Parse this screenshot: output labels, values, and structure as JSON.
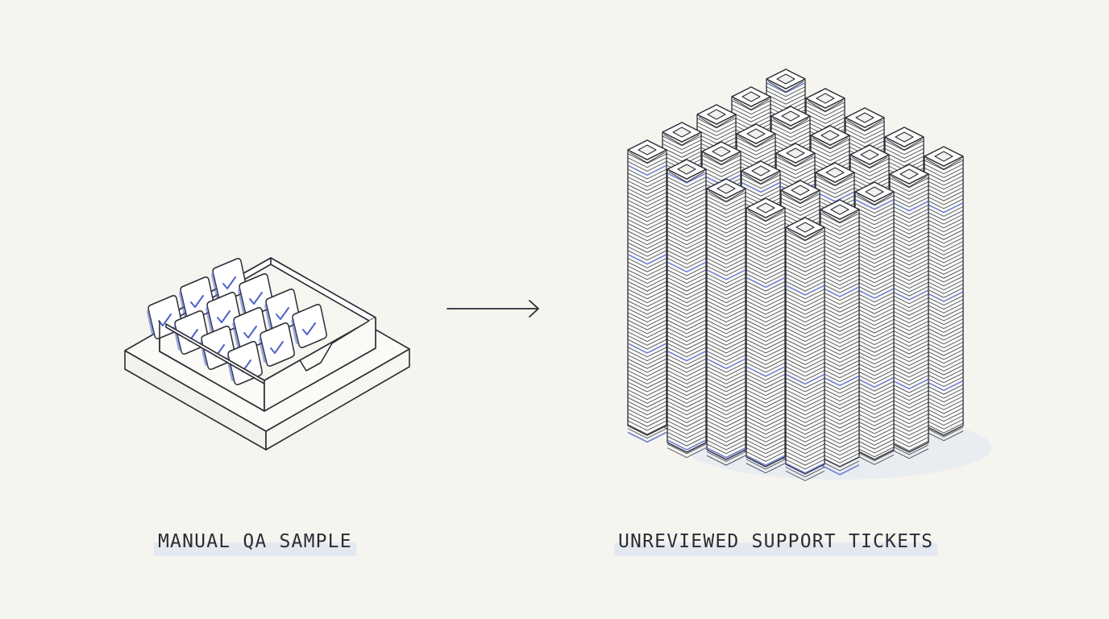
{
  "labels": {
    "left": "MANUAL QA SAMPLE",
    "right": "UNREVIEWED SUPPORT TICKETS"
  },
  "colors": {
    "background": "#f5f4ef",
    "ink": "#2b2d35",
    "accent": "#4f63c8",
    "paper": "#ffffff",
    "highlight": "#d6def0"
  },
  "icons": {
    "connector": "arrow-right-icon",
    "reviewed_card": "checkmark-icon"
  },
  "sample_tray": {
    "reviewed_card_count": 12
  },
  "ticket_cube": {
    "top_stack_columns": 5,
    "top_stack_rows": 5
  }
}
